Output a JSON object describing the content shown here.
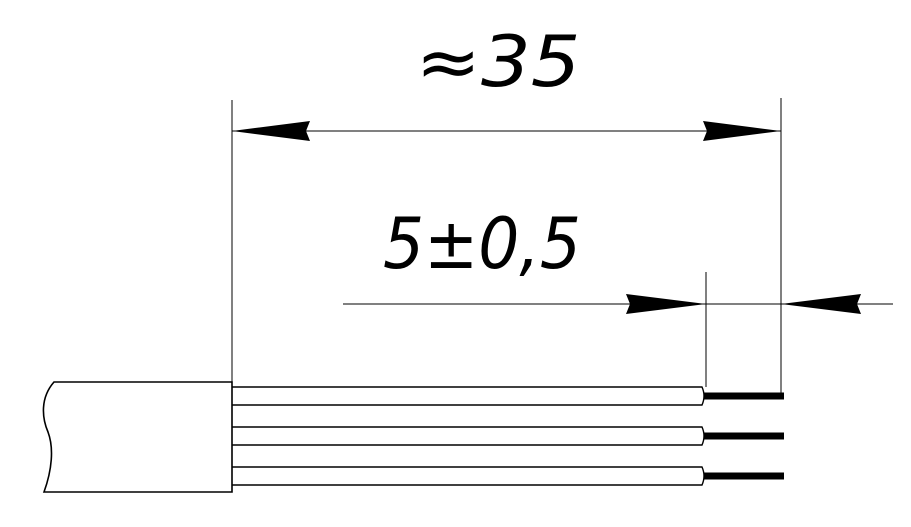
{
  "dimensions": {
    "overall_length": "≈35",
    "strip_length": "5±0,5"
  },
  "colors": {
    "line": "#000000",
    "background": "#ffffff"
  },
  "parts": {
    "cable_sheath": "cable-sheath",
    "conductors": 3,
    "stripped_ends": 3
  }
}
